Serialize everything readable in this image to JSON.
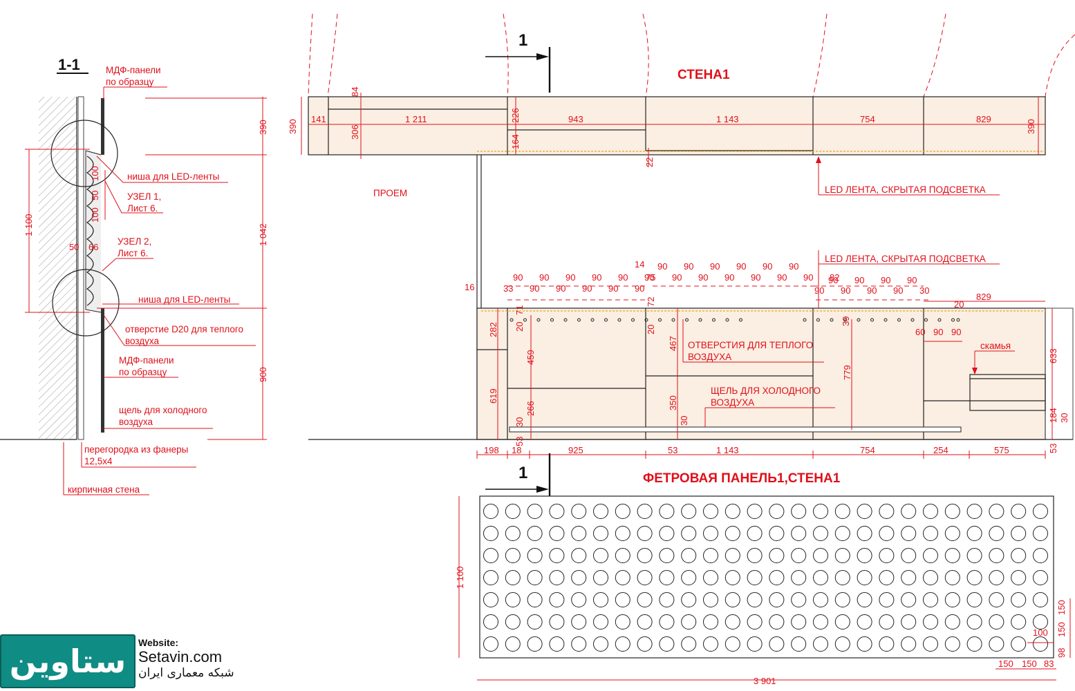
{
  "section": {
    "title": "1-1",
    "callouts": {
      "mdf_top": [
        "МДФ-панели",
        "по образцу"
      ],
      "niche_top": "ниша для LED-ленты",
      "node1": [
        "УЗЕЛ 1,",
        "Лист 6."
      ],
      "node2": [
        "УЗЕЛ 2,",
        "Лист 6."
      ],
      "niche_bottom": "ниша для LED-ленты",
      "hole": [
        "отверстие D20 для теплого",
        "воздуха"
      ],
      "mdf_bottom": [
        "МДФ-панели",
        "по образцу"
      ],
      "gap": [
        "щель для холодного",
        "воздуха"
      ],
      "partition": [
        "перегородка из фанеры",
        "12,5х4"
      ],
      "brick": "кирпичная стена"
    },
    "dims": {
      "right_390": "390",
      "right_1042": "1 042",
      "right_900": "900",
      "left_1100": "1 100",
      "d50": "50",
      "d66": "66",
      "d100a": "100",
      "d50b": "50",
      "d100b": "100"
    }
  },
  "wall": {
    "title": "СТЕНА1",
    "section_mark": "1",
    "opening": "ПРОЕМ",
    "led_upper": "LED ЛЕНТА, СКРЫТАЯ ПОДСВЕТКА",
    "led_lower": "LED ЛЕНТА, СКРЫТАЯ ПОДСВЕТКА",
    "warm_holes": [
      "ОТВЕРСТИЯ ДЛЯ ТЕПЛОГО",
      "ВОЗДУХА"
    ],
    "cold_gap": [
      "ЩЕЛЬ ДЛЯ ХОЛОДНОГО",
      "ВОЗДУХА"
    ],
    "bench": "скамья",
    "upper_dims": {
      "left390": "390",
      "d141": "141",
      "d1211": "1 211",
      "d84": "84",
      "d306": "306",
      "d226": "226",
      "d164": "164",
      "d943": "943",
      "d1143": "1 143",
      "d754": "754",
      "d829": "829",
      "right390": "390",
      "d22": "22"
    },
    "lower_dims": {
      "row1_first": "14",
      "row1": [
        "90",
        "90",
        "90",
        "90",
        "90",
        "90"
      ],
      "row2a": [
        "90",
        "90",
        "90",
        "90",
        "90",
        "90"
      ],
      "row2b": [
        "75",
        "90",
        "90",
        "90",
        "90",
        "90",
        "90",
        "82"
      ],
      "row3a": [
        "33",
        "90",
        "90",
        "90",
        "90",
        "90"
      ],
      "row3b": [
        "90",
        "90",
        "90",
        "90"
      ],
      "row4": [
        "90",
        "90",
        "90",
        "90",
        "30"
      ],
      "d16": "16",
      "d71": "71",
      "d72": "72",
      "d20a": "20",
      "d20b": "20",
      "d20c": "20",
      "d39": "39",
      "d829": "829",
      "d60": "60",
      "d90a": "90",
      "d90b": "90",
      "d282": "282",
      "d619": "619",
      "d459": "459",
      "d266": "266",
      "d30a": "30",
      "d53a": "53",
      "d467": "467",
      "d350": "350",
      "d30b": "30",
      "d779": "779",
      "d633": "633",
      "d184": "184",
      "d30c": "30",
      "d53b": "53",
      "bottom": [
        "198",
        "18",
        "925",
        "53",
        "1 143",
        "754",
        "254",
        "575"
      ]
    }
  },
  "felt": {
    "title": "ФЕТРОВАЯ ПАНЕЛЬ1,СТЕНА1",
    "section_mark": "1",
    "height": "1 100",
    "width": "3 901",
    "rows": 7,
    "cols": 26,
    "right_dims": [
      "150",
      "150",
      "98"
    ],
    "circle_dim": "100",
    "bottom_dims": [
      "150",
      "150",
      "83"
    ]
  },
  "watermark": {
    "logo_text": "ستاوین",
    "site_label": "Website:",
    "site_url": "Setavin.com",
    "site_persian": "شبکه معماری ایران"
  },
  "colors": {
    "red": "#e0101a",
    "panel": "#fbeee2",
    "led": "#e8a51c",
    "logo": "#0f8c84"
  }
}
